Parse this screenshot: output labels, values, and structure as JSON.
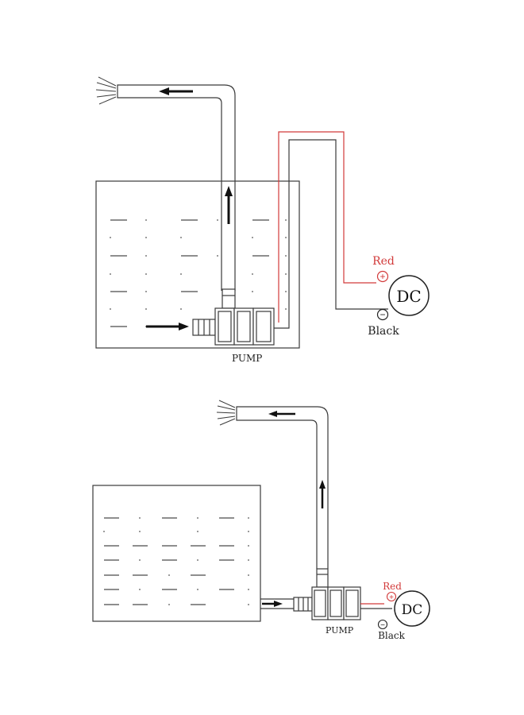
{
  "diagram_top": {
    "pump_label": "PUMP",
    "red_label": "Red",
    "black_label": "Black",
    "dc_label": "DC",
    "plus_symbol": "+",
    "minus_symbol": "−"
  },
  "diagram_bottom": {
    "pump_label": "PUMP",
    "red_label": "Red",
    "black_label": "Black",
    "dc_label": "DC",
    "plus_symbol": "+",
    "minus_symbol": "−"
  },
  "colors": {
    "line": "#3a3a3a",
    "red_wire": "#d23a3a",
    "water_dash": "#4a4a4a"
  }
}
